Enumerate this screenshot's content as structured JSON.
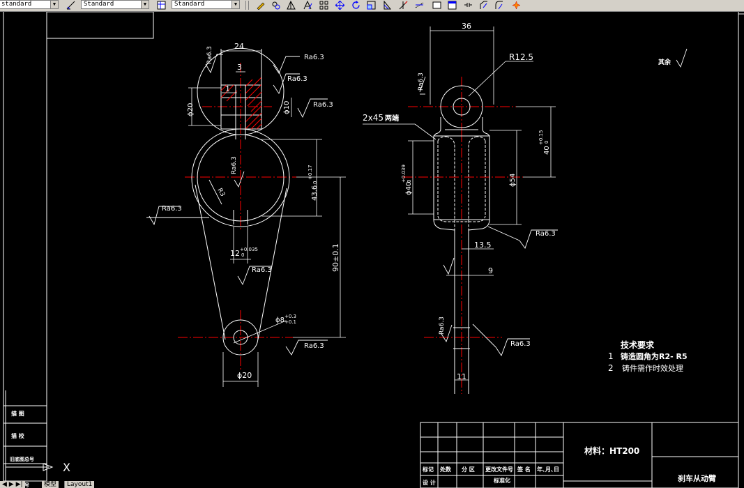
{
  "toolbar": {
    "text_style": "standard",
    "dim_style": "Standard",
    "table_style": "Standard",
    "icons": [
      "edit-icon",
      "hatch-icon",
      "pyramid-icon",
      "text-icon",
      "array-icon",
      "move-icon",
      "rotate-icon",
      "scale-icon",
      "stretch-icon",
      "trim-icon",
      "extend-icon",
      "rectangle-icon",
      "square-icon",
      "break-icon",
      "chamfer-icon",
      "fillet-icon",
      "explode-icon"
    ]
  },
  "drawing": {
    "dims": {
      "d24": "24",
      "d3": "3",
      "d1": "1",
      "phi20_top": "ϕ20",
      "phi10": "ϕ10",
      "ra_top_left": "Ra6.3",
      "ra_24": "Ra6.3",
      "ra_phi10a": "Ra6.3",
      "ra_phi10b": "Ra6.3",
      "ra_bore": "Ra6.3",
      "r3": "R3",
      "d436": "43.6",
      "d436_tol": "+0.17",
      "d436_tol0": "0",
      "ra_left": "Ra6.3",
      "d12": "12",
      "d12_tol": "+0.035",
      "d12_tol0": "0",
      "ra_key": "Ra6.3",
      "d90": "90±0.1",
      "phi8": "ϕ8",
      "phi8_tol1": "+0.3",
      "phi8_tol2": "+0.1",
      "ra_bottom": "Ra6.3",
      "phi20_bot": "ϕ20",
      "d36": "36",
      "r125": "R12.5",
      "ra_right_top": "Ra6.3",
      "chamfer": "2x45",
      "chamfer_note": "两端",
      "d40_right": "40",
      "d40_right_tol": "+0.15",
      "d40_right_tol0": "0",
      "phi40": "ϕ40",
      "phi40_tol": "+0.039",
      "phi40_tol0": "0",
      "phi54": "ϕ54",
      "ra_side": "Ra6.3",
      "d135": "13.5",
      "d9": "9",
      "ra_side_bot": "Ra6.3",
      "ra_side_bot2": "Ra6.3",
      "d11": "11",
      "other": "其余"
    },
    "tech": {
      "title": "技术要求",
      "item1_no": "1",
      "item1": "铸造圆角为R2- R5",
      "item2_no": "2",
      "item2": "铸件需作时效处理"
    },
    "title_block": {
      "material": "材料：HT200",
      "part_name": "刹车从动臂",
      "headers": [
        "标记",
        "处数",
        "分 区",
        "更改文件号",
        "签 名",
        "年､月､日"
      ],
      "row2": [
        "设 计",
        "",
        "",
        "标准化"
      ]
    },
    "left_block": {
      "labels": [
        "描 图",
        "描 校",
        "旧底图总号",
        "底图总号"
      ]
    },
    "axis_label": "X"
  },
  "tabs": {
    "model": "模型",
    "layout": "Layout1"
  }
}
